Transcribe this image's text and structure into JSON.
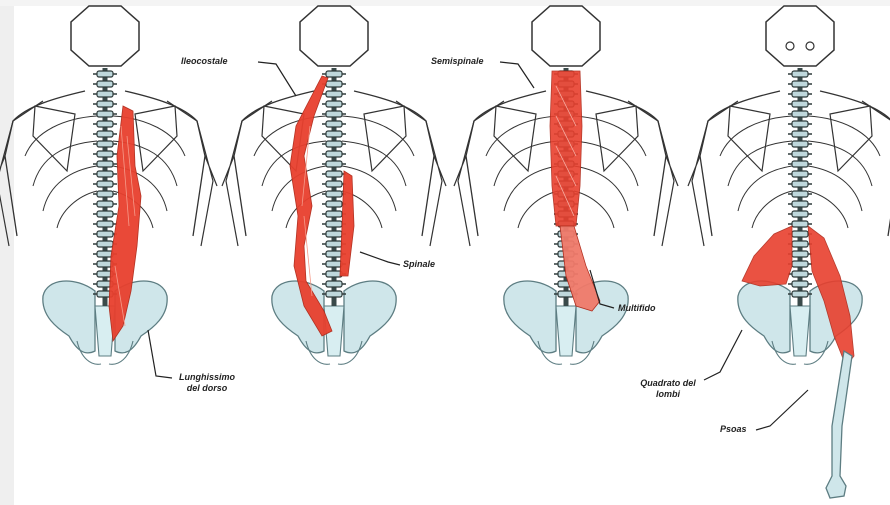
{
  "labels": {
    "ileocostale": "Ileocostale",
    "semispinale": "Semispinale",
    "spinale": "Spinale",
    "multifido": "Multifido",
    "lunghissimo_1": "Lunghissimo",
    "lunghissimo_2": "del dorso",
    "quadrato_1": "Quadrato del",
    "quadrato_2": "lombi",
    "psoas": "Psoas"
  },
  "colors": {
    "muscle": "#e8402e",
    "muscle_light": "#f07a6a",
    "bone": "#cfe6ea",
    "bone_stroke": "#7a9aa0",
    "outline": "#333333",
    "spine": "#3a4a4a"
  }
}
